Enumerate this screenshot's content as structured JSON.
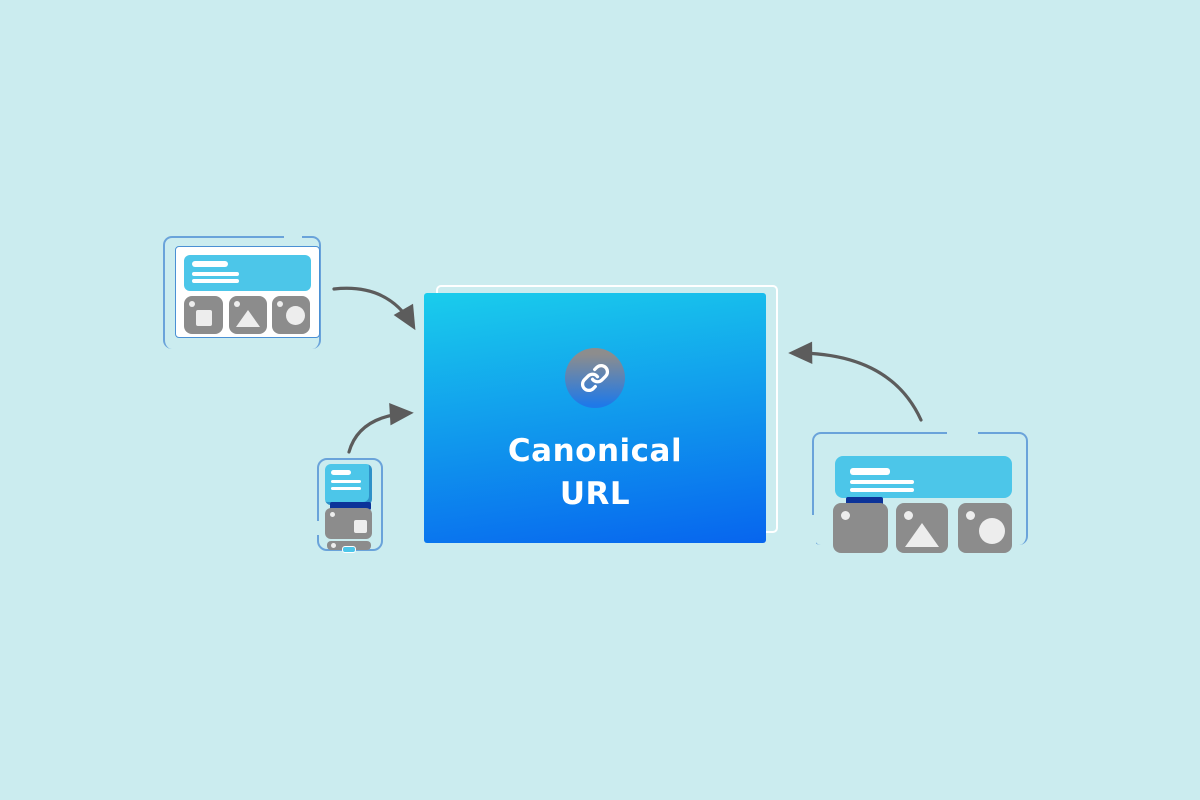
{
  "illustration": {
    "title": {
      "line1": "Canonical",
      "line2": "URL"
    }
  },
  "colors": {
    "bg": "#cbecef",
    "grad_top": "#1acdec",
    "grad_bottom": "#0765ee",
    "circle_top": "#8d8d8d",
    "circle_bottom": "#1f79e8",
    "outline": "#6aa3da",
    "card_border": "#4a90d4",
    "cyan": "#4cc6e9",
    "gray": "#8c8c8c",
    "navy": "#0c3399",
    "arrow": "#5c5c5c",
    "white": "#ffffff",
    "shape": "#ededed"
  },
  "icons": {
    "center": "link-icon"
  },
  "sources": [
    {
      "id": "desktop-left",
      "type": "webpage-card",
      "thumbnails": [
        "square",
        "triangle",
        "circle"
      ]
    },
    {
      "id": "mobile",
      "type": "phone-card",
      "thumbnails": [
        "square"
      ]
    },
    {
      "id": "desktop-right",
      "type": "webpage-card",
      "thumbnails": [
        "blank",
        "triangle",
        "circle"
      ]
    }
  ],
  "arrows": [
    {
      "from": "desktop-left",
      "to": "canonical-card"
    },
    {
      "from": "mobile",
      "to": "canonical-card"
    },
    {
      "from": "desktop-right",
      "to": "canonical-card"
    }
  ]
}
